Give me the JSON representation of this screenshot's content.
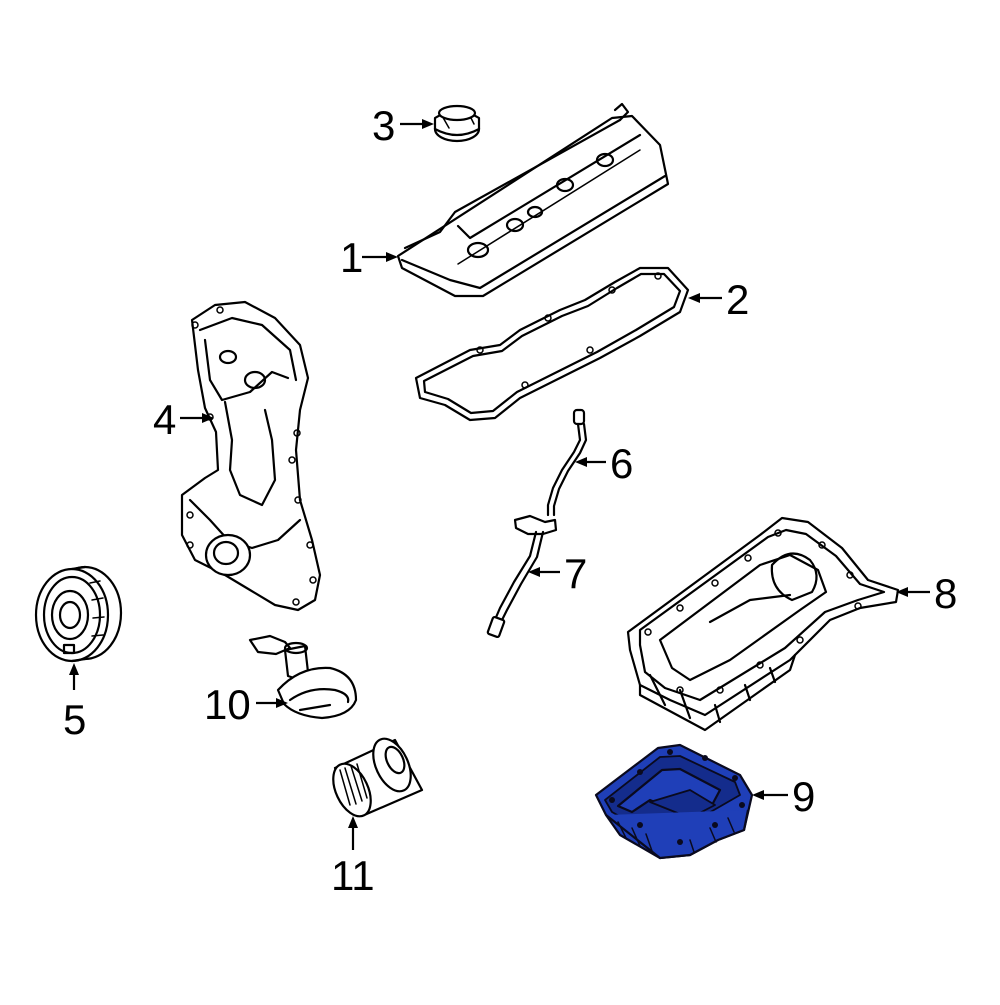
{
  "diagram": {
    "highlight_color": "#1f3fb8",
    "callouts": [
      {
        "id": "1",
        "label": "1"
      },
      {
        "id": "2",
        "label": "2"
      },
      {
        "id": "3",
        "label": "3"
      },
      {
        "id": "4",
        "label": "4"
      },
      {
        "id": "5",
        "label": "5"
      },
      {
        "id": "6",
        "label": "6"
      },
      {
        "id": "7",
        "label": "7"
      },
      {
        "id": "8",
        "label": "8"
      },
      {
        "id": "9",
        "label": "9",
        "highlighted": true
      },
      {
        "id": "10",
        "label": "10"
      },
      {
        "id": "11",
        "label": "11"
      }
    ]
  }
}
